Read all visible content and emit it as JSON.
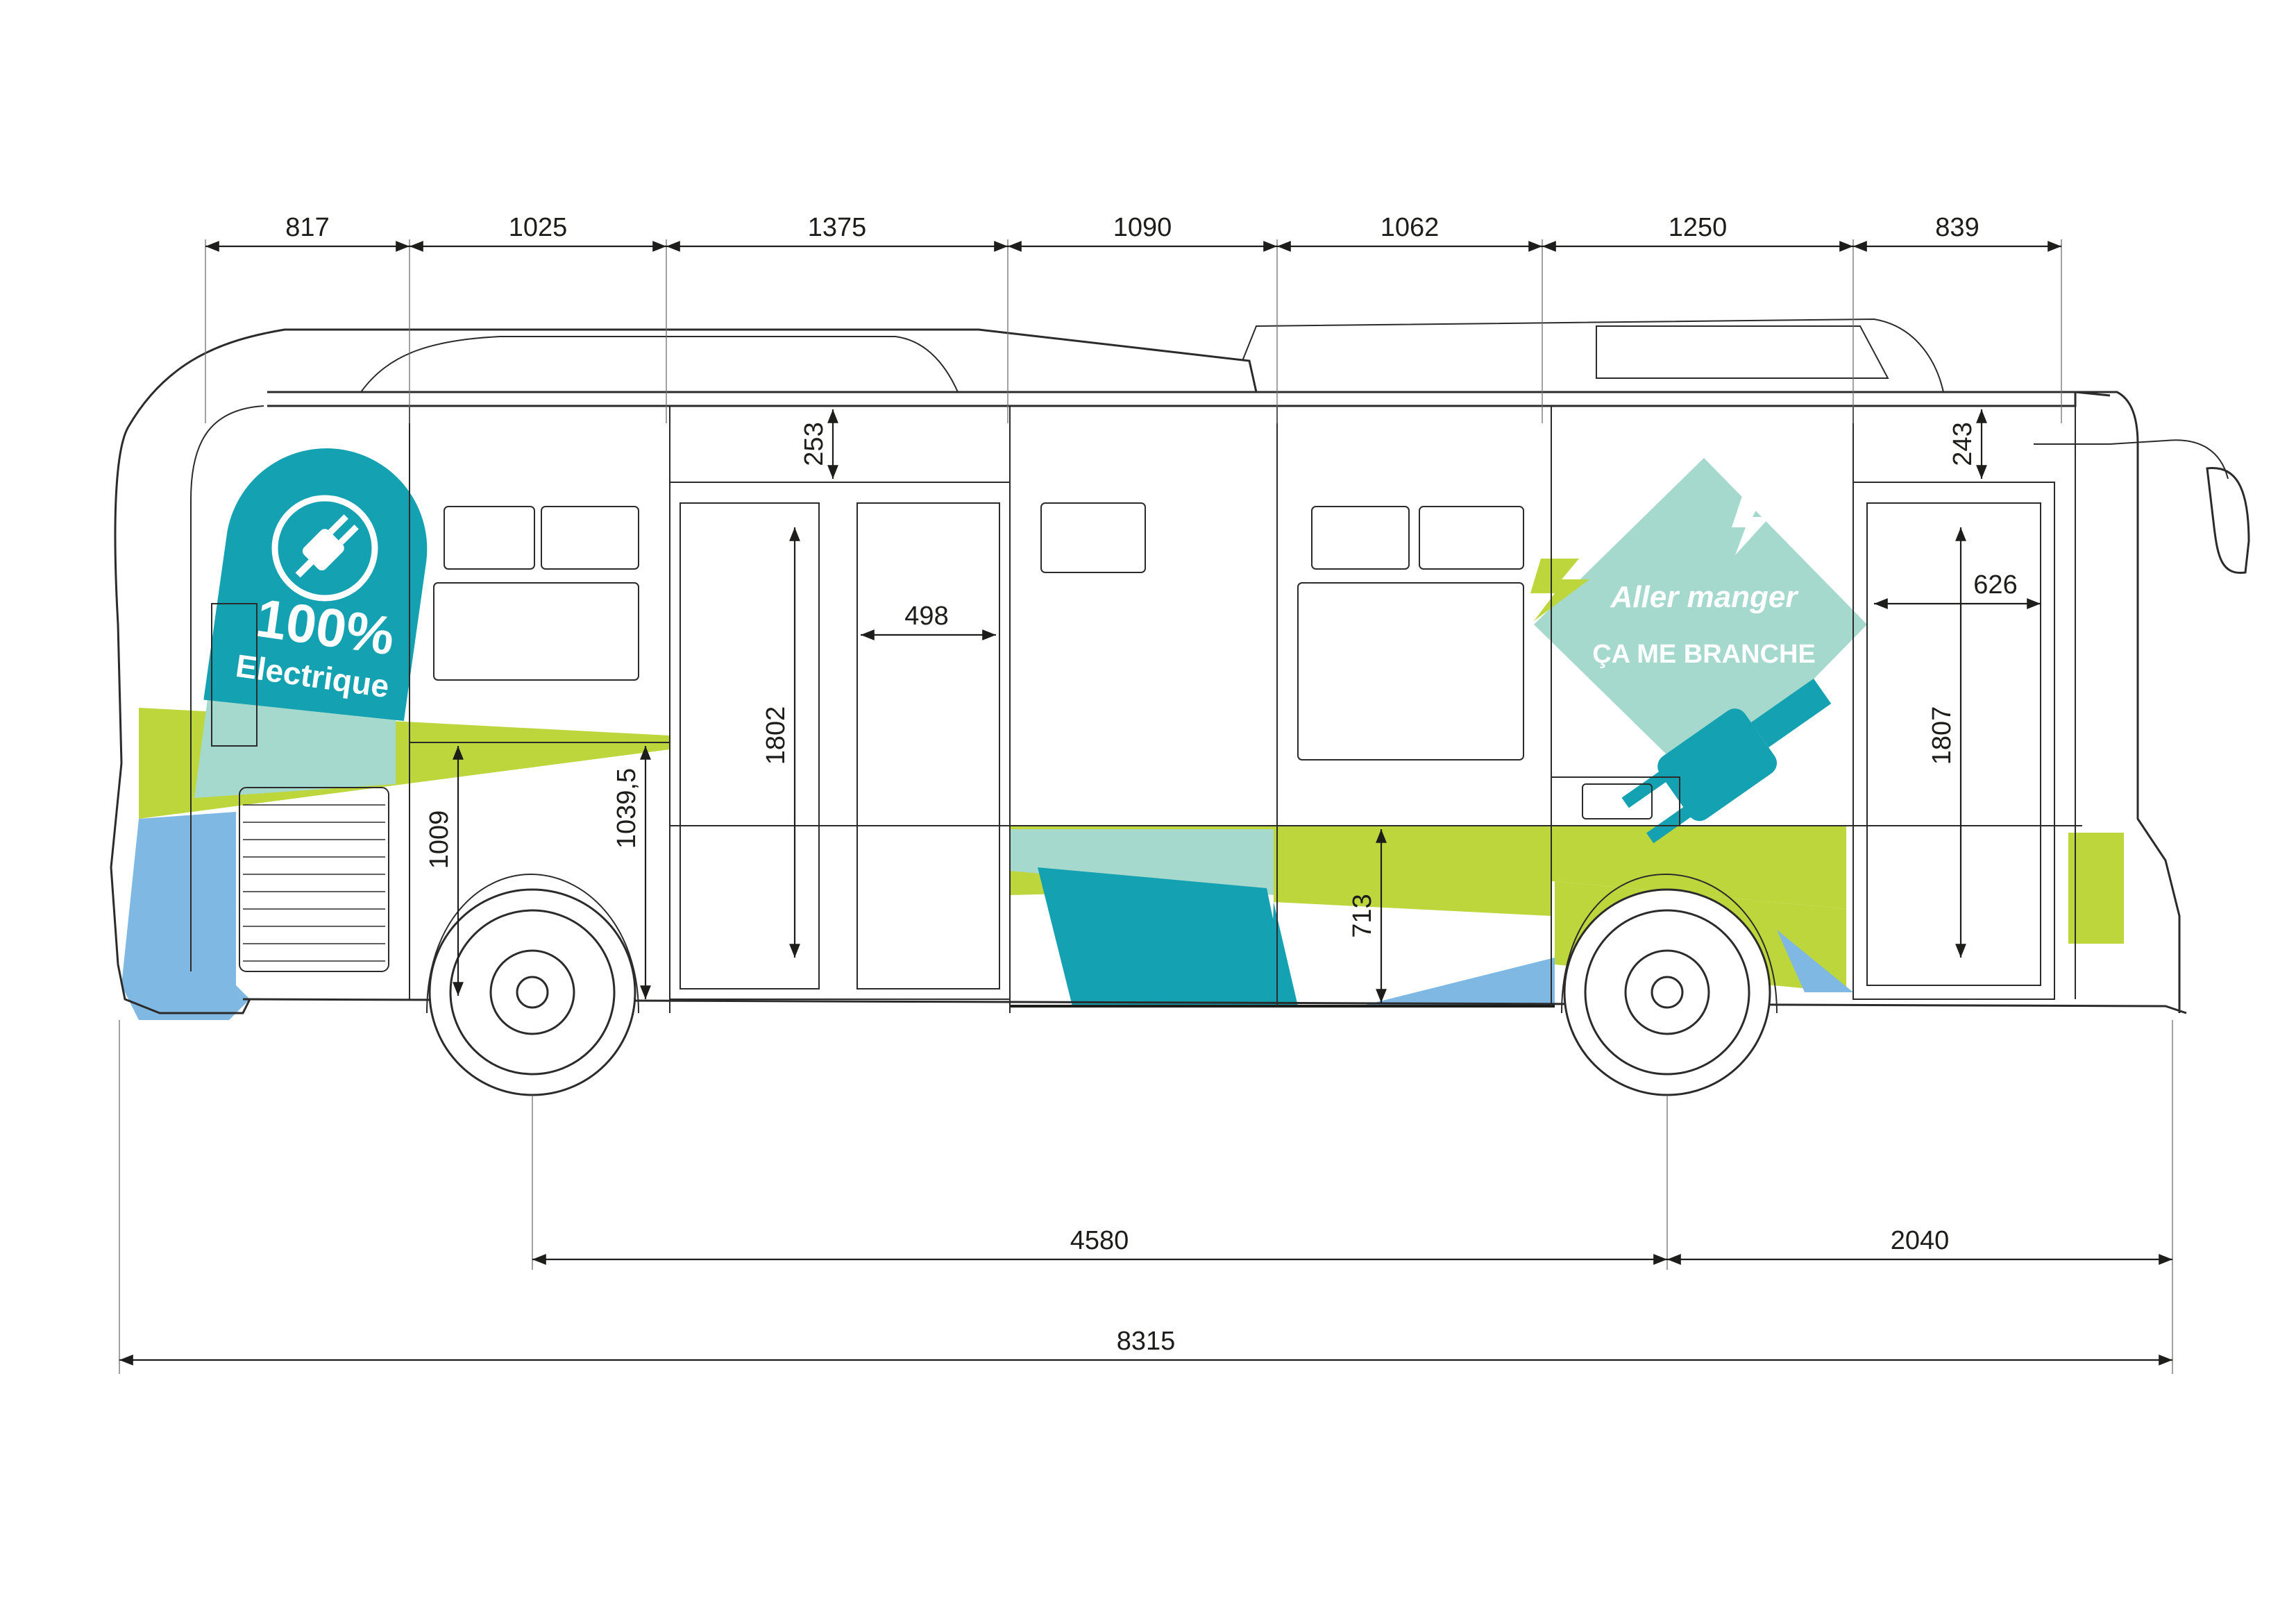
{
  "colors": {
    "teal": "#14a1b2",
    "lime": "#bcd63b",
    "sky": "#7fb8e2",
    "mint": "#a5d9cd",
    "line": "#1d1d1b"
  },
  "badge": {
    "percent": "100%",
    "word": "Electrique",
    "icon": "plug-icon"
  },
  "slogan": {
    "line1": "Aller manger",
    "line2": "ÇA ME BRANCHE",
    "icon": "plug-icon"
  },
  "dimensions": {
    "top": [
      "817",
      "1025",
      "1375",
      "1090",
      "1062",
      "1250",
      "839"
    ],
    "roof_left": "253",
    "roof_right": "243",
    "door_width": "498",
    "door_height_left": "1802",
    "rear_door_width": "626",
    "rear_door_height": "1807",
    "front_box_height": "1009",
    "floor_height": "1039,5",
    "skirt_height": "713",
    "wheelbase": "4580",
    "rear_overhang": "2040",
    "overall_length": "8315"
  }
}
